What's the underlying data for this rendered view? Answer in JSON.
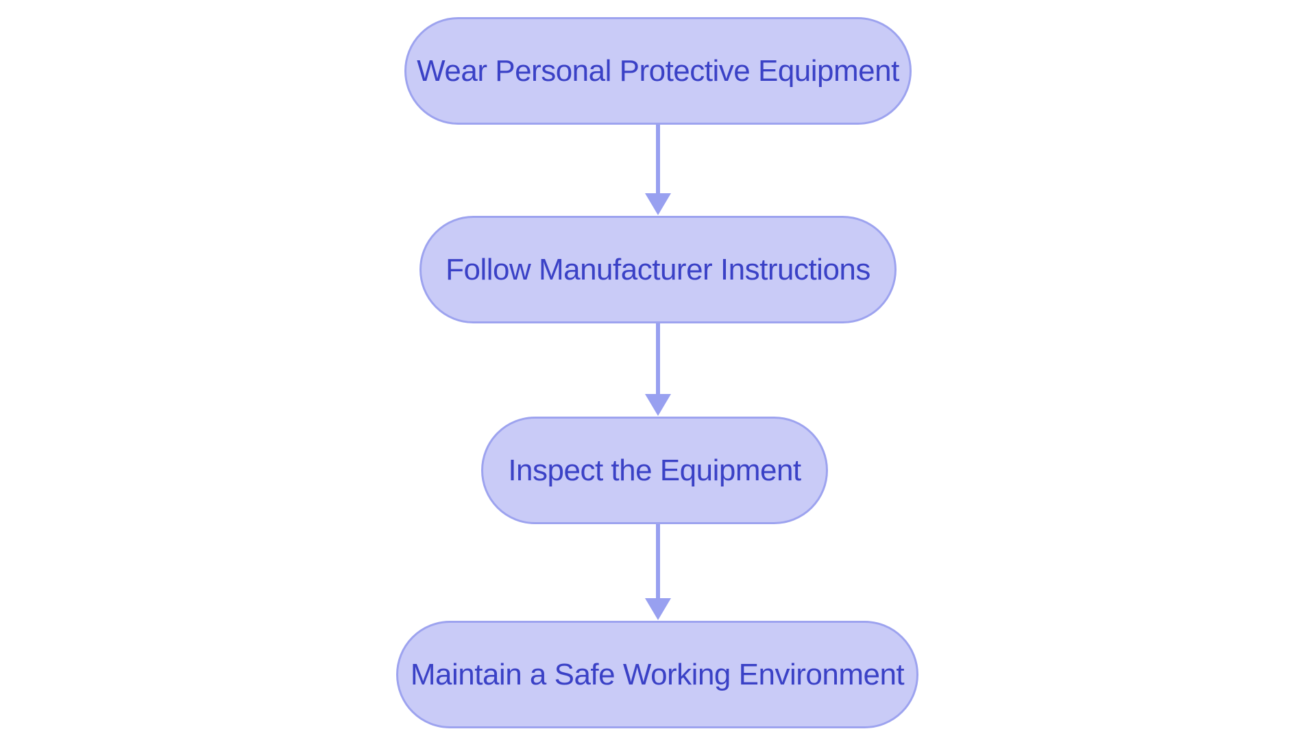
{
  "diagram": {
    "type": "flowchart",
    "direction": "top-down",
    "colors": {
      "node_fill": "#c9cbf7",
      "node_border": "#9da3ef",
      "node_text": "#3a41c6",
      "arrow": "#98a0f0",
      "background": "#ffffff"
    },
    "nodes": [
      {
        "id": "n1",
        "label": "Wear Personal Protective Equipment"
      },
      {
        "id": "n2",
        "label": "Follow Manufacturer Instructions"
      },
      {
        "id": "n3",
        "label": "Inspect the Equipment"
      },
      {
        "id": "n4",
        "label": "Maintain a Safe Working Environment"
      }
    ],
    "edges": [
      {
        "from": "n1",
        "to": "n2",
        "style": "arrow-down"
      },
      {
        "from": "n2",
        "to": "n3",
        "style": "arrow-down"
      },
      {
        "from": "n3",
        "to": "n4",
        "style": "arrow-down"
      }
    ]
  }
}
